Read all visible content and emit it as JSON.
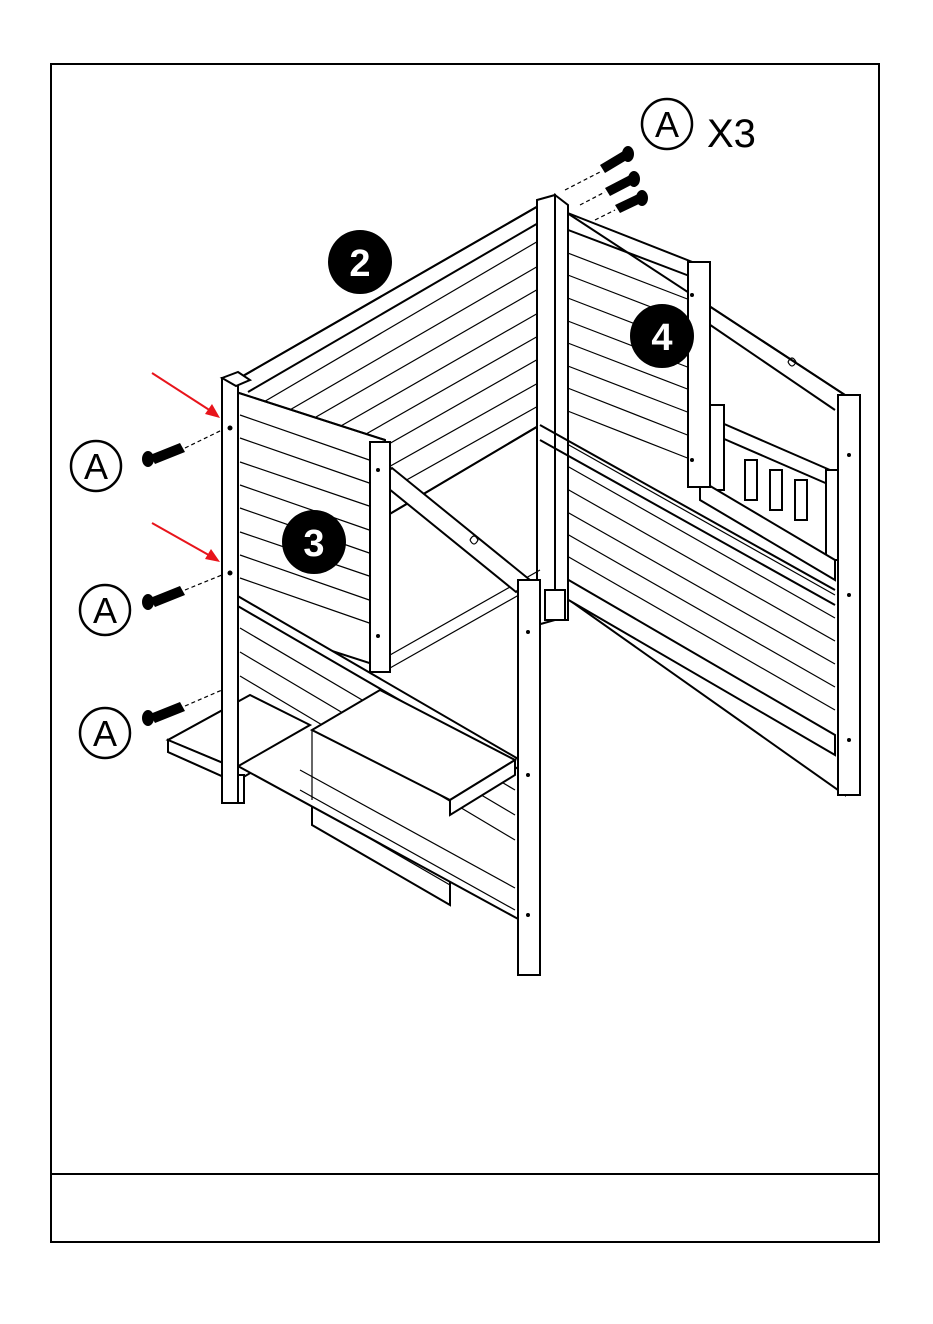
{
  "badges": {
    "part2": "2",
    "part3": "3",
    "part4": "4"
  },
  "hardware": {
    "label": "A",
    "quantity": "X3"
  },
  "colors": {
    "ink": "#000000",
    "arrow": "#e8141b",
    "paper": "#ffffff"
  }
}
